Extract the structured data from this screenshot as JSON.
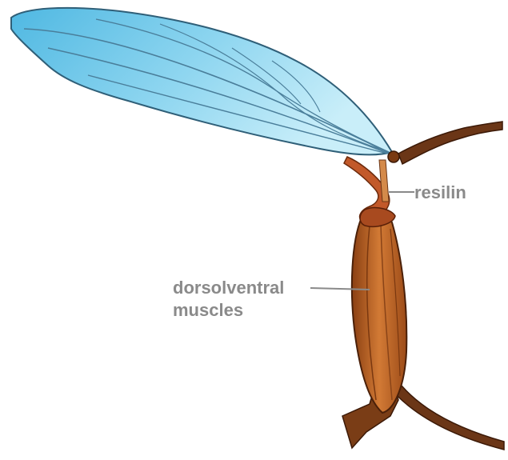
{
  "labels": {
    "resilin": "resilin",
    "dorsolventral_line1": "dorsolventral",
    "dorsolventral_line2": "muscles"
  },
  "colors": {
    "wing_fill": "#6cc7e8",
    "wing_highlight": "#aee4f5",
    "wing_veins": "#4a7e9a",
    "body_brown": "#6b3617",
    "muscle_orange": "#c8702f",
    "resilin_orange": "#c2592a",
    "leader_gray": "#8a8a8a"
  }
}
